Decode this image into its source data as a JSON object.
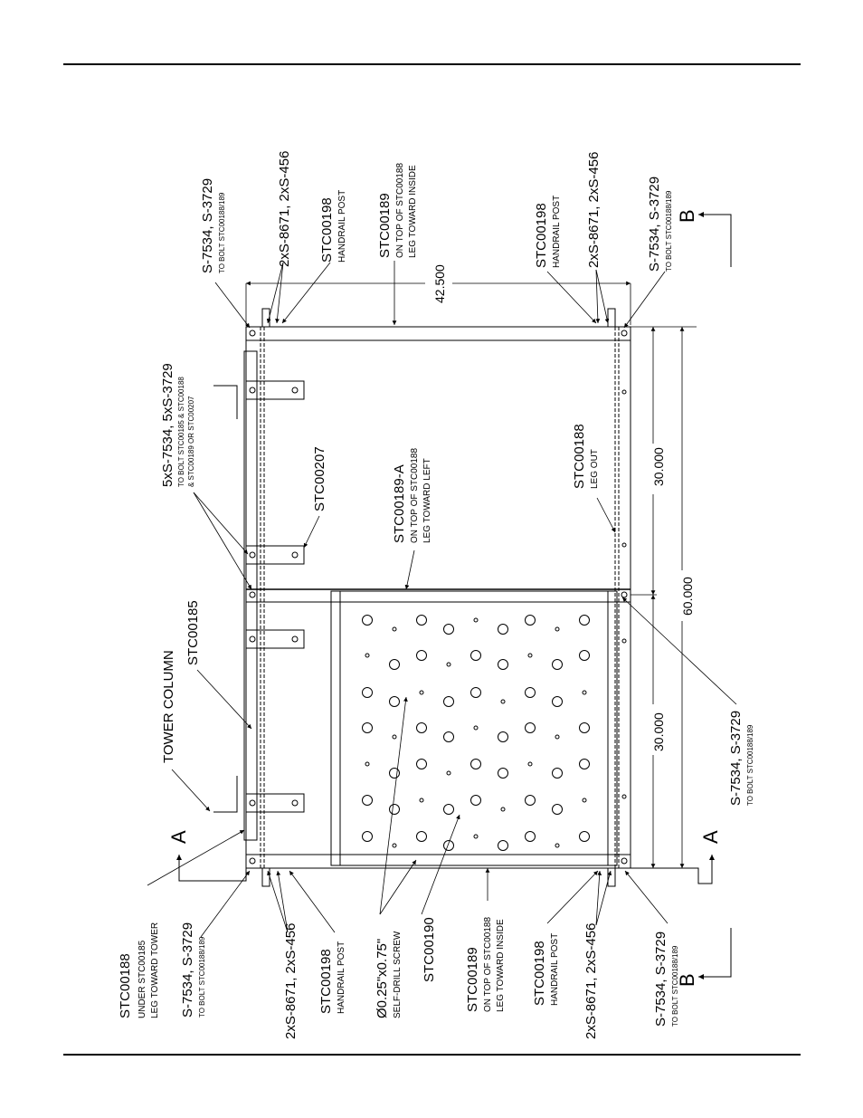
{
  "drawing": {
    "callouts": {
      "stc00188_under": {
        "line1": "STC00188",
        "line2": "UNDER STC00185",
        "line3": "LEG TOWARD TOWER"
      },
      "bolt_bl_top": {
        "line1": "S-7534, S-3729",
        "line2": "TO BOLT  STC00188/189"
      },
      "hw_bl_top": {
        "line1": "2xS-8671, 2xS-456"
      },
      "post_bl_top": {
        "line1": "STC00198",
        "line2": "HANDRAIL POST"
      },
      "screw": {
        "line1": "Ø0.25\"x0.75\"",
        "line2": "SELF-DRILL SCREW"
      },
      "stc00190": {
        "line1": "STC00190"
      },
      "stc00189_bottom": {
        "line1": "STC00189",
        "line2": "ON TOP OF STC00188",
        "line3": "LEG TOWARD INSIDE"
      },
      "post_bl_bottom": {
        "line1": "STC00198",
        "line2": "HANDRAIL POST"
      },
      "hw_bl_bottom": {
        "line1": "2xS-8671, 2xS-456"
      },
      "bolt_bl_bottom": {
        "line1": "S-7534, S-3729",
        "line2": "TO BOLT  STC00188/189"
      },
      "tower_column": {
        "line1": "TOWER COLUMN"
      },
      "stc00185": {
        "line1": "STC00185"
      },
      "bolt_mid": {
        "line1": "5xS-7534, 5xS-3729",
        "line2": "TO BOLT STC00185 & STC00188",
        "line3": "& STC00189 OR STC00207"
      },
      "stc00207": {
        "line1": "STC00207"
      },
      "stc00189a": {
        "line1": "STC00189-A",
        "line2": "ON TOP OF STC00188",
        "line3": "LEG TOWARD LEFT"
      },
      "stc00188_out": {
        "line1": "STC00188",
        "line2": "LEG OUT"
      },
      "bolt_tl": {
        "line1": "S-7534, S-3729",
        "line2": "TO BOLT  STC00188/189"
      },
      "hw_tl": {
        "line1": "2xS-8671, 2xS-456"
      },
      "post_tl": {
        "line1": "STC00198",
        "line2": "HANDRAIL POST"
      },
      "stc00189_top": {
        "line1": "STC00189",
        "line2": "ON TOP OF STC00188",
        "line3": "LEG TOWARD INSIDE"
      },
      "post_tr": {
        "line1": "STC00198",
        "line2": "HANDRAIL POST"
      },
      "hw_tr": {
        "line1": "2xS-8671, 2xS-456"
      },
      "bolt_tr": {
        "line1": "S-7534, S-3729",
        "line2": "TO BOLT  STC00188/189"
      },
      "bolt_right_mid": {
        "line1": "S-7534, S-3729",
        "line2": "TO BOLT  STC00188/189"
      }
    },
    "dimensions": {
      "width": "42.500",
      "upper": "30.000",
      "overall": "60.000",
      "lower": "30.000"
    },
    "section_marks": {
      "a_left": "A",
      "a_right": "A",
      "b_top": "B",
      "b_bottom": "B"
    }
  }
}
